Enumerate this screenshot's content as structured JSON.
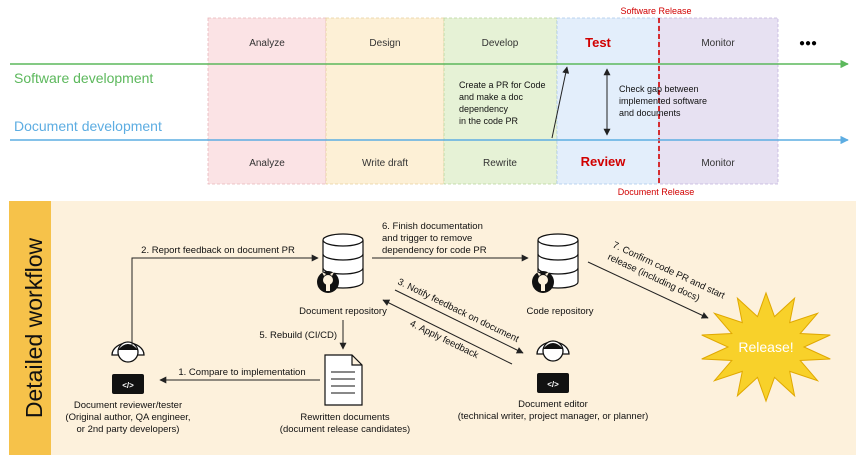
{
  "top": {
    "rows": {
      "software": "Software development",
      "document": "Document development"
    },
    "software_phases": [
      "Analyze",
      "Design",
      "Develop",
      "Test",
      "Monitor"
    ],
    "document_phases": [
      "Analyze",
      "Write draft",
      "Rewrite",
      "Review",
      "Monitor"
    ],
    "more_symbol": "●●●",
    "software_release": "Software Release",
    "document_release": "Document Release",
    "develop_note": [
      "Create a PR for Code",
      "and make a doc",
      "dependency",
      "in the code PR"
    ],
    "test_note": [
      "Check gap between",
      "implemented software",
      "and documents"
    ],
    "colors": {
      "analyze": "#fbe3e5",
      "design": "#fdf0d6",
      "develop": "#e6f2d6",
      "test": "#e3eefb",
      "monitor": "#e7e1f2",
      "software_line": "#5cb85c",
      "document_line": "#5dade2",
      "release": "#d10000"
    }
  },
  "workflow": {
    "title": "Detailed workflow",
    "background": "#fdf1dc",
    "nodes": {
      "doc_repo": "Document repository",
      "code_repo": "Code repository",
      "rewritten_docs": [
        "Rewritten documents",
        "(document release candidates)"
      ],
      "reviewer": [
        "Document reviewer/tester",
        "(Original author, QA engineer,",
        "or 2nd party developers)"
      ],
      "editor": [
        "Document editor",
        "(technical writer, project manager, or planner)"
      ],
      "release": "Release!"
    },
    "steps": {
      "s1": "1. Compare to implementation",
      "s2": "2. Report feedback on document PR",
      "s3": "3. Notify feedback on document",
      "s4": "4. Apply feedback",
      "s5": "5. Rebuild (CI/CD)",
      "s6": [
        "6. Finish documentation",
        "and trigger to remove",
        "dependency for code PR"
      ],
      "s7": [
        "7. Confirm code PR and start",
        "release (including docs)"
      ]
    }
  }
}
